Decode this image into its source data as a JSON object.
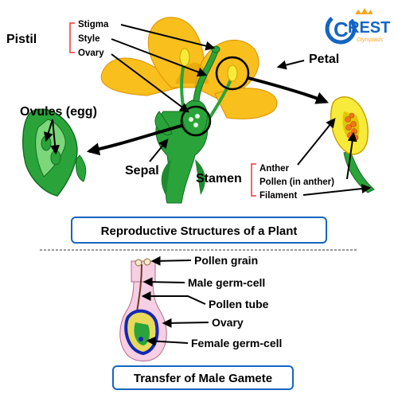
{
  "brand": {
    "name": "REST",
    "initial": "C",
    "tagline": "Olympiads",
    "color": "#1565c0",
    "accent": "#f6a623"
  },
  "colors": {
    "petal": "#f9bf1d",
    "petal_dark": "#e19b00",
    "green": "#2aa43a",
    "dark_green": "#146b23",
    "pollen": "#f4731f",
    "tube_pink": "#f7cfe2",
    "ovary_blue": "#1428b4",
    "ovary_yellow": "#e8d95a"
  },
  "top_diagram": {
    "pistil": {
      "label": "Pistil",
      "parts": [
        "Stigma",
        "Style",
        "Ovary"
      ]
    },
    "petal_label": "Petal",
    "ovules_label": "Ovules (egg)",
    "sepal_label": "Sepal",
    "stamen": {
      "label": "Stamen",
      "parts": [
        "Anther",
        "Pollen (in anther)",
        "Filament"
      ]
    },
    "caption": "Reproductive Structures of a Plant"
  },
  "bottom_diagram": {
    "labels": [
      "Pollen grain",
      "Male germ-cell",
      "Pollen tube",
      "Ovary",
      "Female germ-cell"
    ],
    "caption": "Transfer of Male Gamete"
  }
}
